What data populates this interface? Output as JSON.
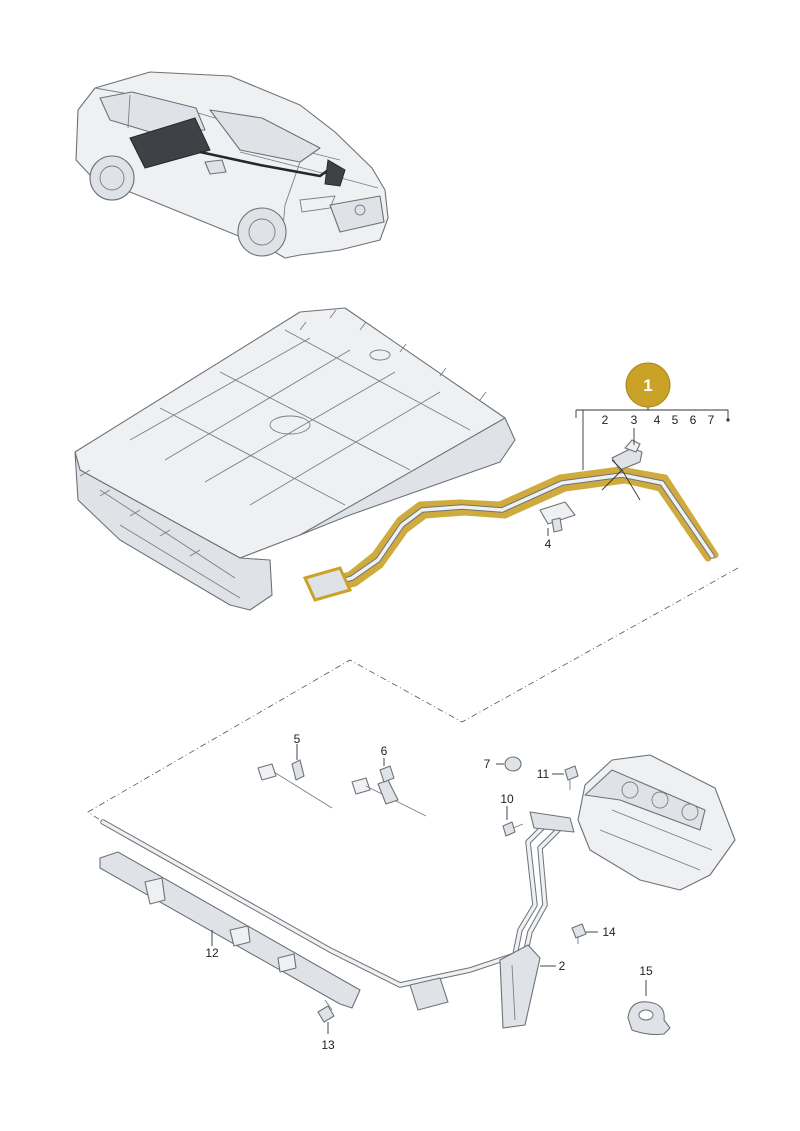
{
  "callout": {
    "number": "1",
    "color": "#c9a227"
  },
  "bracket_numbers": [
    "2",
    "3",
    "4",
    "5",
    "6",
    "7"
  ],
  "labels": {
    "p2": "2",
    "p4": "4",
    "p5": "5",
    "p6": "6",
    "p7": "7",
    "p10": "10",
    "p11": "11",
    "p12": "12",
    "p13": "13",
    "p14": "14",
    "p15": "15"
  },
  "colors": {
    "highlight": "#c9a227",
    "line": "#6d7278",
    "fill": "#eef0f2"
  }
}
